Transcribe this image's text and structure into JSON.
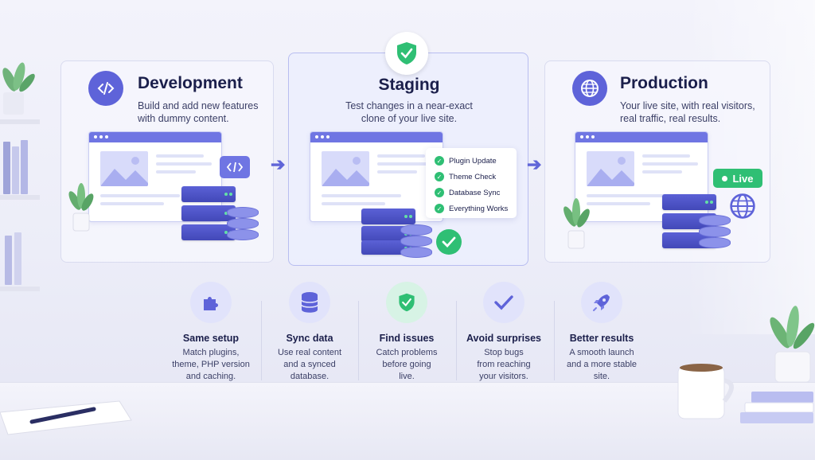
{
  "stages": [
    {
      "title": "Development",
      "description_lines": [
        "Build and add new features",
        "with dummy content."
      ],
      "icon": "code-icon"
    },
    {
      "title": "Staging",
      "description_lines": [
        "Test changes in a near-exact",
        "clone of your live site."
      ],
      "icon": "shield-check-icon"
    },
    {
      "title": "Production",
      "description_lines": [
        "Your live site, with real visitors,",
        "real traffic, real results."
      ],
      "icon": "globe-icon"
    }
  ],
  "checklist": [
    "Plugin Update",
    "Theme Check",
    "Database Sync",
    "Everything Works"
  ],
  "live_label": "Live",
  "features": [
    {
      "title": "Same setup",
      "lines": [
        "Match plugins,",
        "theme, PHP version",
        "and caching."
      ],
      "icon": "puzzle-icon"
    },
    {
      "title": "Sync data",
      "lines": [
        "Use real content",
        "and a synced",
        "database."
      ],
      "icon": "database-icon"
    },
    {
      "title": "Find issues",
      "lines": [
        "Catch problems",
        "before going",
        "live."
      ],
      "icon": "shield-check-icon"
    },
    {
      "title": "Avoid surprises",
      "lines": [
        "Stop bugs",
        "from reaching",
        "your visitors."
      ],
      "icon": "checkmark-icon"
    },
    {
      "title": "Better results",
      "lines": [
        "A smooth launch",
        "and a more stable",
        "site."
      ],
      "icon": "rocket-icon"
    }
  ],
  "colors": {
    "accent": "#5e63d9",
    "success": "#2fbf74",
    "text": "#1b1f4b"
  }
}
